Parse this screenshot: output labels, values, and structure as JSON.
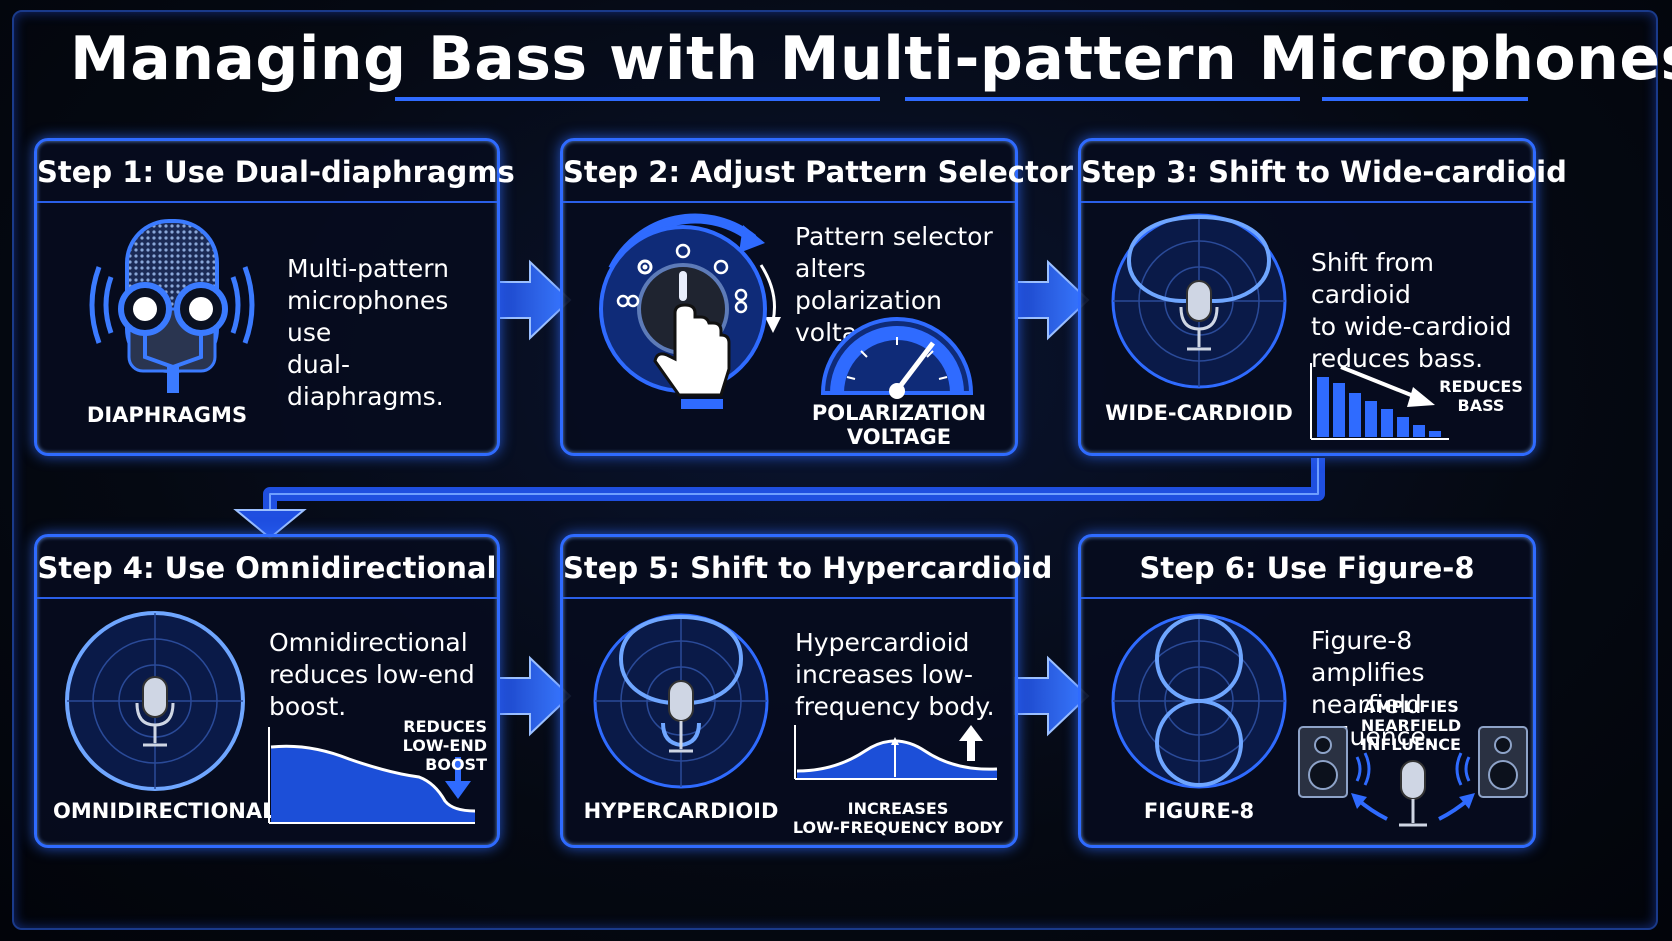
{
  "title": "Managing Bass with Multi-pattern Microphones",
  "colors": {
    "accent": "#2f6bff",
    "glow": "#4a86ff",
    "background": "#04070f"
  },
  "steps": [
    {
      "title": "Step 1: Use Dual-diaphragms",
      "description": "Multi-pattern\nmicrophones use\ndual-diaphragms.",
      "caption": "DIAPHRAGMS",
      "icon": "dual-diaphragm-microphone-icon"
    },
    {
      "title": "Step 2: Adjust Pattern Selector",
      "description": "Pattern selector\nalters polarization\nvoltage.",
      "caption": "POLARIZATION\nVOLTAGE",
      "icon": "pattern-selector-knob-icon"
    },
    {
      "title": "Step 3: Shift to Wide-cardioid",
      "description": "Shift from cardioid\nto wide-cardioid\nreduces bass.",
      "caption": "WIDE-CARDIOID",
      "note": "REDUCES\nBASS",
      "icon": "wide-cardioid-polar-icon"
    },
    {
      "title": "Step 4: Use Omnidirectional",
      "description": "Omnidirectional\nreduces low-end\nboost.",
      "caption": "OMNIDIRECTIONAL",
      "note": "REDUCES\nLOW-END BOOST",
      "icon": "omnidirectional-polar-icon"
    },
    {
      "title": "Step 5: Shift to Hypercardioid",
      "description": "Hypercardioid\nincreases low-\nfrequency body.",
      "caption": "HYPERCARDIOID",
      "note": "INCREASES\nLOW-FREQUENCY BODY",
      "icon": "hypercardioid-polar-icon"
    },
    {
      "title": "Step 6: Use Figure-8",
      "description": "Figure-8 amplifies\nnearfield influence.",
      "caption": "FIGURE-8",
      "note": "AMPLIFIES\nNEARFIELD\nINFLUENCE",
      "icon": "figure-8-polar-icon"
    }
  ]
}
